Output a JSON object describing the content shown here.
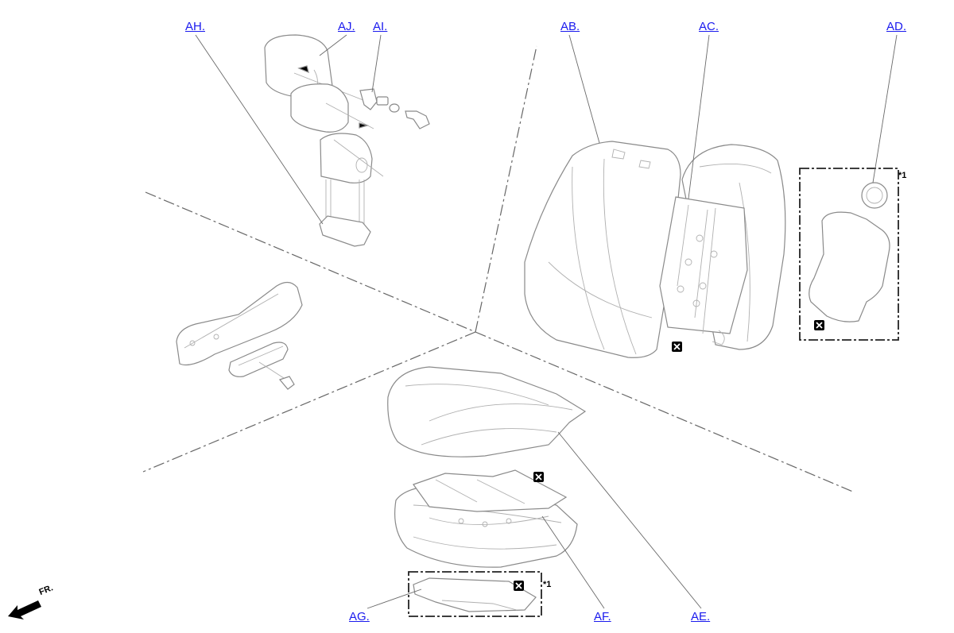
{
  "callouts": {
    "ah": "AH.",
    "aj": "AJ.",
    "ai": "AI.",
    "ab": "AB.",
    "ac": "AC.",
    "ad": "AD.",
    "ag": "AG.",
    "af": "AF.",
    "ae": "AE."
  },
  "notes": {
    "star1_back": "*1",
    "star1_bottom": "*1"
  },
  "front_label": "FR.",
  "icons": {
    "non_reusable": "non-reusable-part-icon",
    "front_arrow": "front-direction-arrow-icon"
  },
  "colors": {
    "callout": "#1a1aee",
    "part_outline": "#8a8a8a",
    "icon_fill": "#000000"
  }
}
